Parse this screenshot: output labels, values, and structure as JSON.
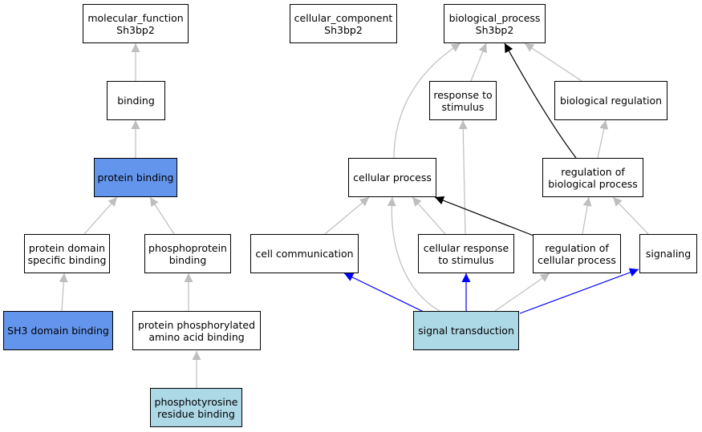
{
  "colors": {
    "background": "#ffffff",
    "node_border": "#000000",
    "annotated_fill": "#6495ed",
    "source_fill": "#add8e6",
    "edge_gray": "#bebebe",
    "edge_black": "#000000",
    "edge_blue": "#0000ff"
  },
  "nodes": {
    "molecular_function": {
      "line1": "molecular_function",
      "line2": "Sh3bp2"
    },
    "cellular_component": {
      "line1": "cellular_component",
      "line2": "Sh3bp2"
    },
    "biological_process": {
      "line1": "biological_process",
      "line2": "Sh3bp2"
    },
    "binding": {
      "line1": "binding"
    },
    "response_to_stimulus": {
      "line1": "response to",
      "line2": "stimulus"
    },
    "biological_regulation": {
      "line1": "biological regulation"
    },
    "protein_binding": {
      "line1": "protein binding"
    },
    "cellular_process": {
      "line1": "cellular process"
    },
    "regulation_of_biological_process": {
      "line1": "regulation of",
      "line2": "biological process"
    },
    "protein_domain_specific_binding": {
      "line1": "protein domain",
      "line2": "specific binding"
    },
    "phosphoprotein_binding": {
      "line1": "phosphoprotein",
      "line2": "binding"
    },
    "cell_communication": {
      "line1": "cell communication"
    },
    "cellular_response_to_stimulus": {
      "line1": "cellular response",
      "line2": "to stimulus"
    },
    "regulation_of_cellular_process": {
      "line1": "regulation of",
      "line2": "cellular process"
    },
    "signaling": {
      "line1": "signaling"
    },
    "sh3_domain_binding": {
      "line1": "SH3 domain binding"
    },
    "protein_phosphorylated_amino_acid_binding": {
      "line1": "protein phosphorylated",
      "line2": "amino acid binding"
    },
    "signal_transduction": {
      "line1": "signal transduction"
    },
    "phosphotyrosine_residue_binding": {
      "line1": "phosphotyrosine",
      "line2": "residue binding"
    }
  }
}
